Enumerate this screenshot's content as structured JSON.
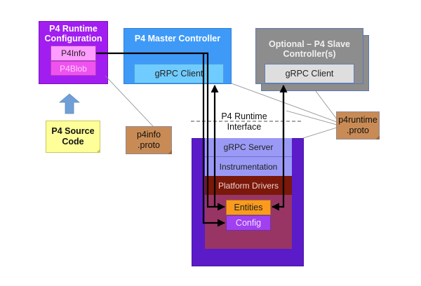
{
  "runtime_config": {
    "title": "P4 Runtime Configuration",
    "title_line1": "P4 Runtime",
    "title_line2": "Configuration",
    "p4info": "P4Info",
    "p4blob": "P4Blob"
  },
  "master_controller": {
    "title": "P4 Master Controller",
    "grpc_client": "gRPC Client"
  },
  "slave_controller": {
    "title_line1": "Optional – P4 Slave",
    "title_line2": "Controller(s)",
    "grpc_client": "gRPC Client"
  },
  "source_note": {
    "line1": "P4 Source",
    "line2": "Code"
  },
  "p4info_proto": {
    "line1": "p4info",
    "line2": ".proto"
  },
  "p4runtime_proto": {
    "line1": "p4runtime",
    "line2": ".proto"
  },
  "interface": {
    "line1": "P4 Runtime",
    "line2": "Interface"
  },
  "device": {
    "layers": [
      "gRPC Server",
      "Instrumentation",
      "Platform Drivers"
    ],
    "entities": "Entities",
    "config": "Config"
  },
  "colors": {
    "runtime_config": "#a21df0",
    "master": "#3f9af7",
    "slave": "#8d8d8d",
    "device_outer": "#5b1bc8",
    "drivers": "#7a180a",
    "entities": "#fa9b1e",
    "config": "#a040f0",
    "note_yellow": "#ffff99",
    "note_brown": "#c98b55"
  }
}
